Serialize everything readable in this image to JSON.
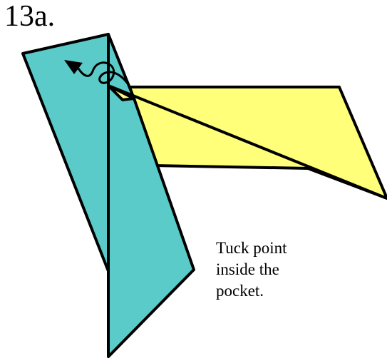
{
  "step": {
    "label": "13a."
  },
  "instruction": {
    "lines": [
      "Tuck point",
      "inside the",
      "pocket."
    ]
  },
  "colors": {
    "teal_paper": "#5BCBC9",
    "yellow_paper": "#FFFF7A",
    "outline": "#000000"
  },
  "icons": {
    "fold_arrow": "tuck-arrow-icon"
  }
}
